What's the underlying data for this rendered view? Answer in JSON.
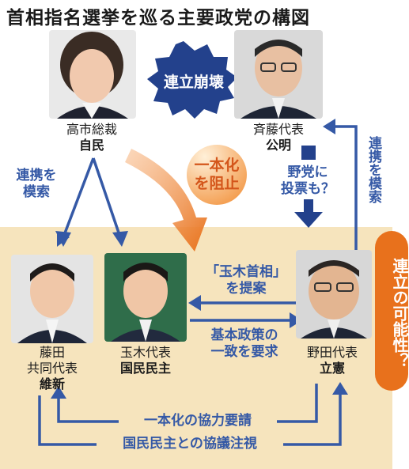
{
  "title": "首相指名選挙を巡る主要政党の構図",
  "badges": {
    "coalition_collapse": "連立崩壊",
    "block_unification": [
      "一本化",
      "を阻止"
    ],
    "coalition_possibility": [
      "連立の",
      "可能性？"
    ]
  },
  "people": {
    "takaichi": {
      "role": "高市総裁",
      "party": "自民"
    },
    "saito": {
      "role": "斉藤代表",
      "party": "公明"
    },
    "fujita": {
      "role": "藤田",
      "role2": "共同代表",
      "party": "維新"
    },
    "tamaki": {
      "role": "玉木代表",
      "party": "国民民主"
    },
    "noda": {
      "role": "野田代表",
      "party": "立憲"
    }
  },
  "labels": {
    "seek_cooperation_left": [
      "連携を",
      "模索"
    ],
    "seek_cooperation_right": "連携を模索",
    "vote_opposition": [
      "野党に",
      "投票も？"
    ],
    "propose_tamaki_pm": [
      "「玉木首相」",
      "を提案"
    ],
    "policy_agreement": [
      "基本政策の",
      "一致を要求"
    ],
    "unification_request": "一本化の協力要請",
    "watch_talks": "国民民主との協議注視"
  },
  "colors": {
    "blue": "#3559a6",
    "orange": "#e8711c",
    "beige": "#f6e4bd",
    "dark_blue": "#23418c"
  }
}
